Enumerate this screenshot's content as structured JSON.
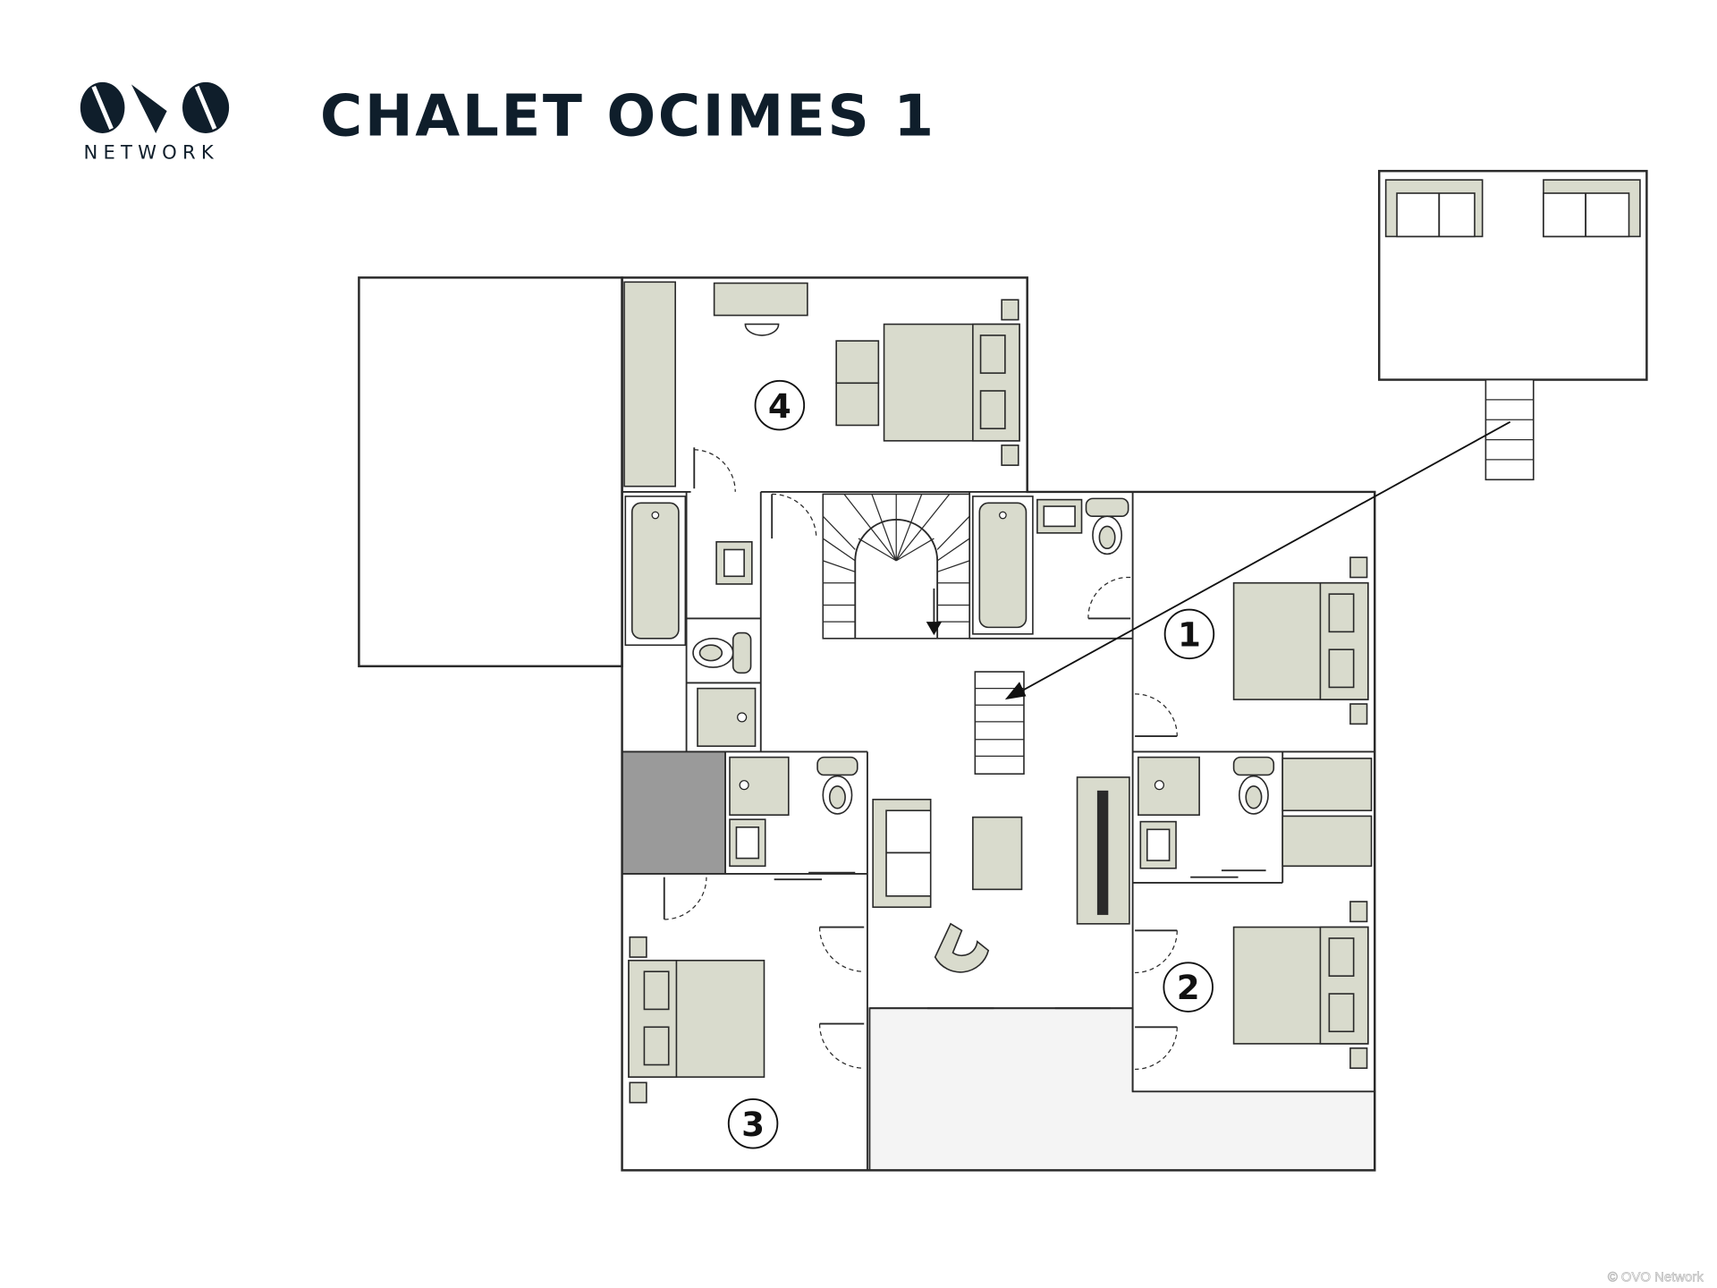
{
  "brand": {
    "logo_text": "NETWORK",
    "logo_mark": "OVO"
  },
  "title": "CHALET OCIMES 1",
  "rooms": [
    {
      "number": "1"
    },
    {
      "number": "2"
    },
    {
      "number": "3"
    },
    {
      "number": "4"
    }
  ],
  "watermark": "© OVO Network",
  "colors": {
    "ink": "#0f1e2b",
    "furniture": "#d9dbcd",
    "dark_room": "#9a9a9a",
    "terrace": "#f4f4f4"
  }
}
